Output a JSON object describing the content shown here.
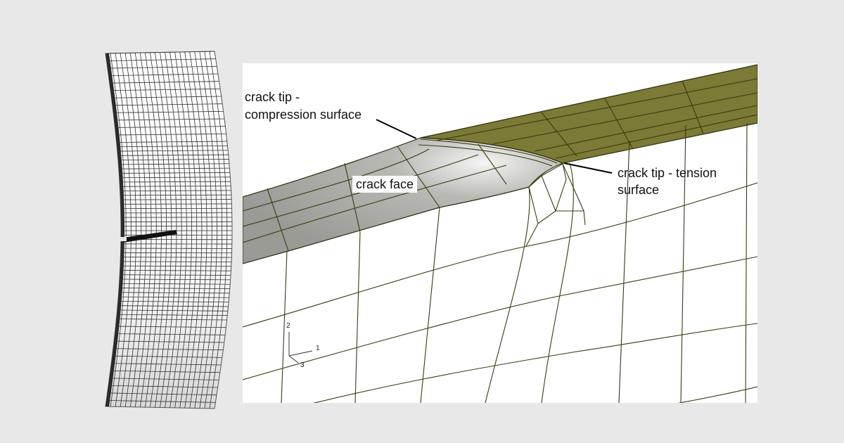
{
  "labels": {
    "compression_line1": "crack tip -",
    "compression_line2": "compression surface",
    "crack_face": "crack face",
    "tension_line1": "crack tip - tension",
    "tension_line2": "surface"
  },
  "triad": {
    "axis_2": "2",
    "axis_1": "1",
    "axis_3": "3"
  },
  "colors": {
    "background": "#e8e8e8",
    "top_surface": "#7b7a36",
    "crack_face": "#a3a3a0",
    "mesh_line": "#3a3a10",
    "body": "#ffffff"
  }
}
